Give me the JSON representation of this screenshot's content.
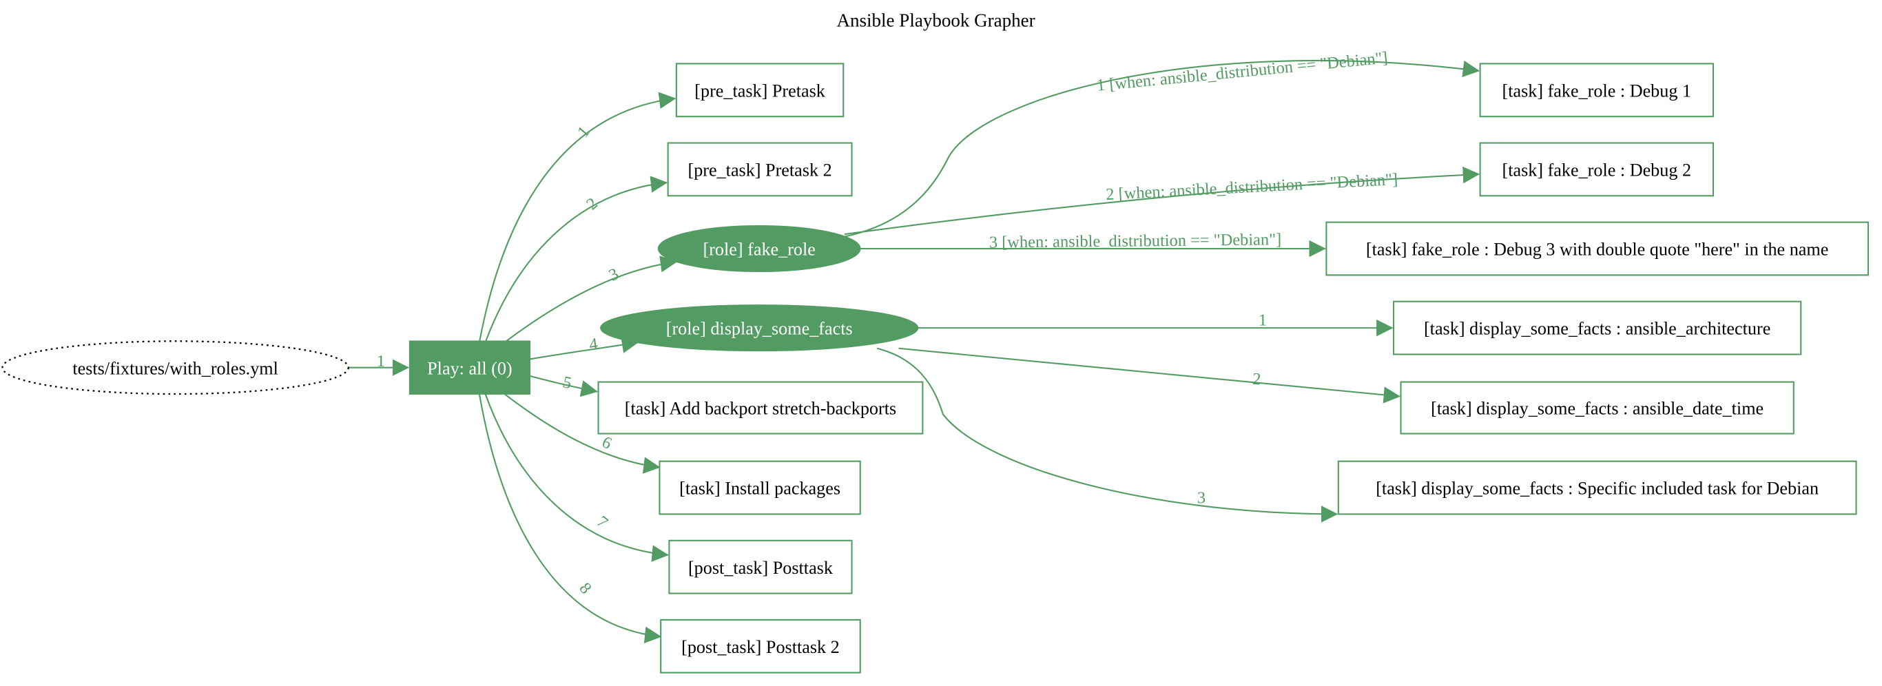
{
  "graph": {
    "title": "Ansible Playbook Grapher",
    "accent_color": "#529b62",
    "nodes": {
      "playbook": {
        "label": "tests/fixtures/with_roles.yml",
        "style": "dotted-ellipse"
      },
      "play": {
        "label": "Play: all (0)",
        "style": "filled-box"
      },
      "pretask1": {
        "label": "[pre_task] Pretask",
        "style": "box"
      },
      "pretask2": {
        "label": "[pre_task] Pretask 2",
        "style": "box"
      },
      "role_fake": {
        "label": "[role] fake_role",
        "style": "filled-ellipse"
      },
      "role_facts": {
        "label": "[role] display_some_facts",
        "style": "filled-ellipse"
      },
      "task_backport": {
        "label": "[task] Add backport stretch-backports",
        "style": "box"
      },
      "task_install": {
        "label": "[task] Install packages",
        "style": "box"
      },
      "posttask1": {
        "label": "[post_task] Posttask",
        "style": "box"
      },
      "posttask2": {
        "label": "[post_task] Posttask 2",
        "style": "box"
      },
      "debug1": {
        "label": "[task] fake_role : Debug 1",
        "style": "box"
      },
      "debug2": {
        "label": "[task] fake_role : Debug 2",
        "style": "box"
      },
      "debug3": {
        "label": "[task] fake_role : Debug 3 with double quote \"here\" in the name",
        "style": "box"
      },
      "arch": {
        "label": "[task] display_some_facts : ansible_architecture",
        "style": "box"
      },
      "datetime": {
        "label": "[task] display_some_facts : ansible_date_time",
        "style": "box"
      },
      "specific": {
        "label": "[task] display_some_facts : Specific included task for Debian",
        "style": "box"
      }
    },
    "edges": [
      {
        "from": "playbook",
        "to": "play",
        "label": "1"
      },
      {
        "from": "play",
        "to": "pretask1",
        "label": "1"
      },
      {
        "from": "play",
        "to": "pretask2",
        "label": "2"
      },
      {
        "from": "play",
        "to": "role_fake",
        "label": "3"
      },
      {
        "from": "play",
        "to": "role_facts",
        "label": "4"
      },
      {
        "from": "play",
        "to": "task_backport",
        "label": "5"
      },
      {
        "from": "play",
        "to": "task_install",
        "label": "6"
      },
      {
        "from": "play",
        "to": "posttask1",
        "label": "7"
      },
      {
        "from": "play",
        "to": "posttask2",
        "label": "8"
      },
      {
        "from": "role_fake",
        "to": "debug1",
        "label": "1 [when: ansible_distribution == \"Debian\"]"
      },
      {
        "from": "role_fake",
        "to": "debug2",
        "label": "2 [when: ansible_distribution == \"Debian\"]"
      },
      {
        "from": "role_fake",
        "to": "debug3",
        "label": "3 [when: ansible_distribution == \"Debian\"]"
      },
      {
        "from": "role_facts",
        "to": "arch",
        "label": "1"
      },
      {
        "from": "role_facts",
        "to": "datetime",
        "label": "2"
      },
      {
        "from": "role_facts",
        "to": "specific",
        "label": "3"
      }
    ]
  }
}
